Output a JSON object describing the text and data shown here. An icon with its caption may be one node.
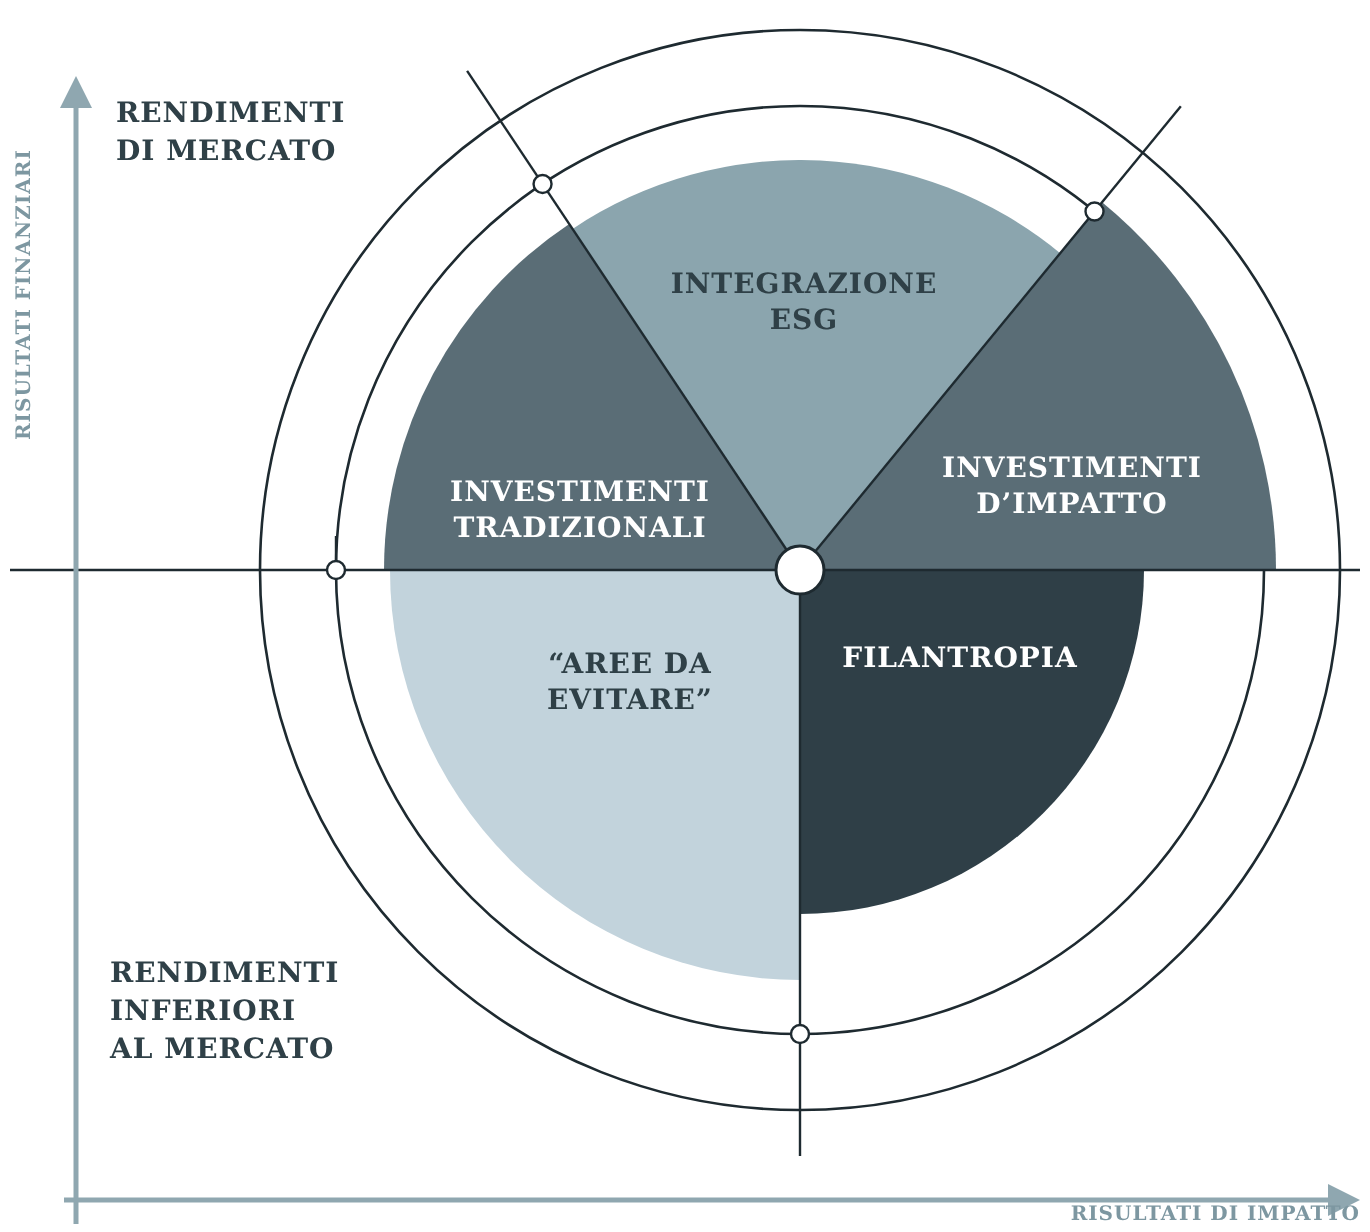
{
  "diagram": {
    "nodes": [
      {
        "text": [
          "INTEGRAZIONE ESG"
        ]
      },
      {
        "text": [
          "INVESTIMENTI TRADIZIONALI"
        ]
      },
      {
        "text": [
          "INVESTIMENTI D’IMPATTO"
        ]
      },
      {
        "text": [
          "“AREE DA EVITARE”"
        ]
      },
      {
        "text": [
          "FILANTROPIA"
        ]
      }
    ],
    "edges": [],
    "labels": [
      "RISULTATI FINANZIARI",
      "RENDIMENTI DI MERCATO",
      "RENDIMENTI INFERIORI AL MERCATO",
      "RISULTATI DI IMPATTO"
    ]
  }
}
